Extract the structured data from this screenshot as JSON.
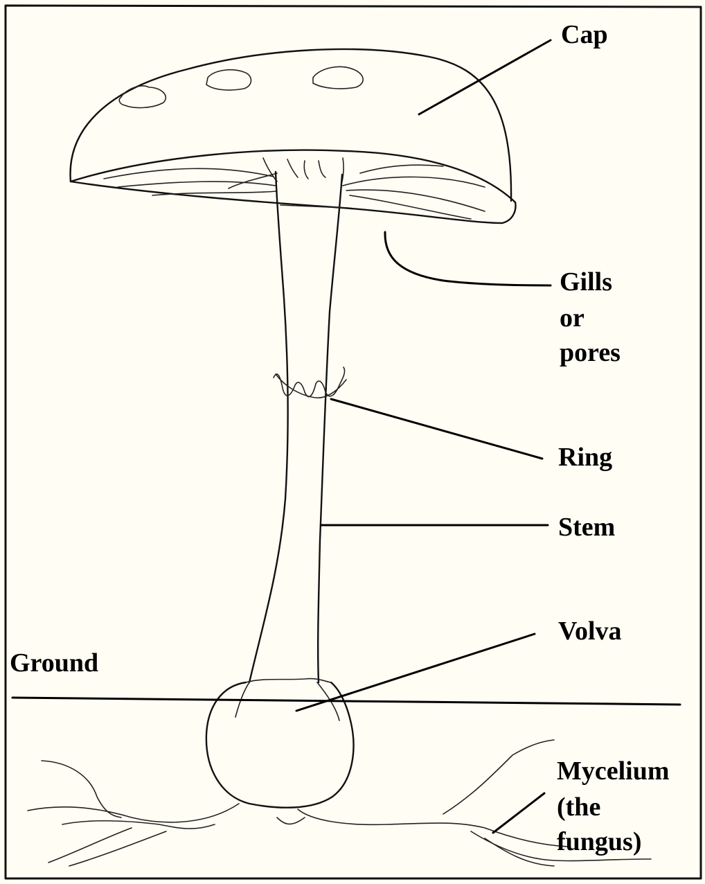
{
  "labels": {
    "cap": "Cap",
    "gills_line1": "Gills",
    "gills_line2": "or",
    "gills_line3": "pores",
    "ring": "Ring",
    "stem": "Stem",
    "volva": "Volva",
    "ground": "Ground",
    "mycelium_line1": "Mycelium",
    "mycelium_line2": "(the",
    "mycelium_line3": "fungus)"
  }
}
